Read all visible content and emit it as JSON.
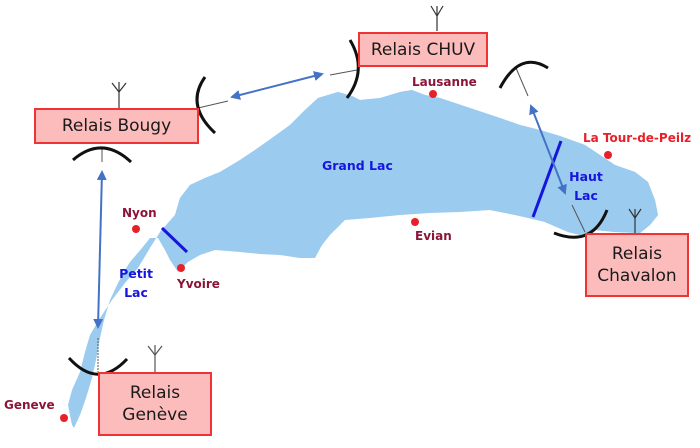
{
  "colors": {
    "lake": "#9ccbf0",
    "relay_fill": "#fdbcbc",
    "relay_border": "#ee3434",
    "link_arrow": "#4472c4",
    "zone_divider": "#1515dd",
    "city_dot": "#e8202a",
    "city_label_dark": "#8b1538",
    "city_label_red": "#e8202a",
    "zone_label": "#1515dd"
  },
  "relays": [
    {
      "id": "chuv",
      "label": "Relais CHUV"
    },
    {
      "id": "bougy",
      "label": "Relais Bougy"
    },
    {
      "id": "chavalon",
      "label": "Relais Chavalon"
    },
    {
      "id": "geneve",
      "label": "Relais Genève"
    }
  ],
  "cities": [
    {
      "name": "Lausanne"
    },
    {
      "name": "La Tour-de-Peilz"
    },
    {
      "name": "Nyon"
    },
    {
      "name": "Yvoire"
    },
    {
      "name": "Evian"
    },
    {
      "name": "Geneve"
    }
  ],
  "zones": [
    {
      "name": "Grand Lac"
    },
    {
      "name": "Haut Lac"
    },
    {
      "name": "Petit Lac"
    }
  ],
  "links": [
    {
      "from": "Relais Bougy",
      "to": "Relais CHUV"
    },
    {
      "from": "Relais CHUV",
      "to": "Relais Chavalon"
    },
    {
      "from": "Relais Bougy",
      "to": "Relais Genève"
    }
  ]
}
